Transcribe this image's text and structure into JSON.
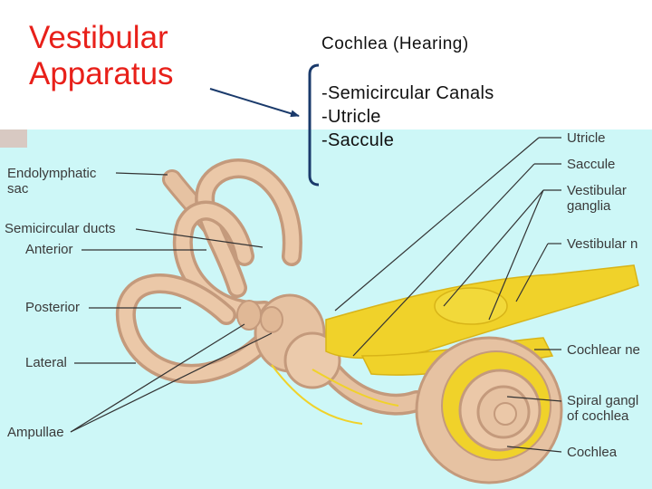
{
  "slide": {
    "title_line1": "Vestibular",
    "title_line2": "Apparatus",
    "cochlea_heading": "Cochlea (Hearing)",
    "list": [
      "-Semicircular Canals",
      "-Utricle",
      "-Saccule"
    ]
  },
  "figure": {
    "left_labels": {
      "endolymphatic_line1": "Endolymphatic",
      "endolymphatic_line2": "sac",
      "semicircular_ducts": "Semicircular ducts",
      "anterior": "Anterior",
      "posterior": "Posterior",
      "lateral": "Lateral",
      "ampullae": "Ampullae"
    },
    "right_labels": {
      "utricle": "Utricle",
      "saccule": "Saccule",
      "vestibular_ganglia_line1": "Vestibular",
      "vestibular_ganglia_line2": "ganglia",
      "vestibular_nerve": "Vestibular n",
      "cochlear_nerve": "Cochlear ne",
      "spiral_ganglion_line1": "Spiral gangl",
      "spiral_ganglion_line2": "of cochlea",
      "cochlea": "Cochlea"
    }
  },
  "colors": {
    "title": "#e8201a",
    "panel_background": "#cdf7f7",
    "labyrinth": "#e6c2a2",
    "labyrinth_shadow": "#c49a7c",
    "nerve": "#f0d22a",
    "bracket": "#1a3a6b"
  }
}
